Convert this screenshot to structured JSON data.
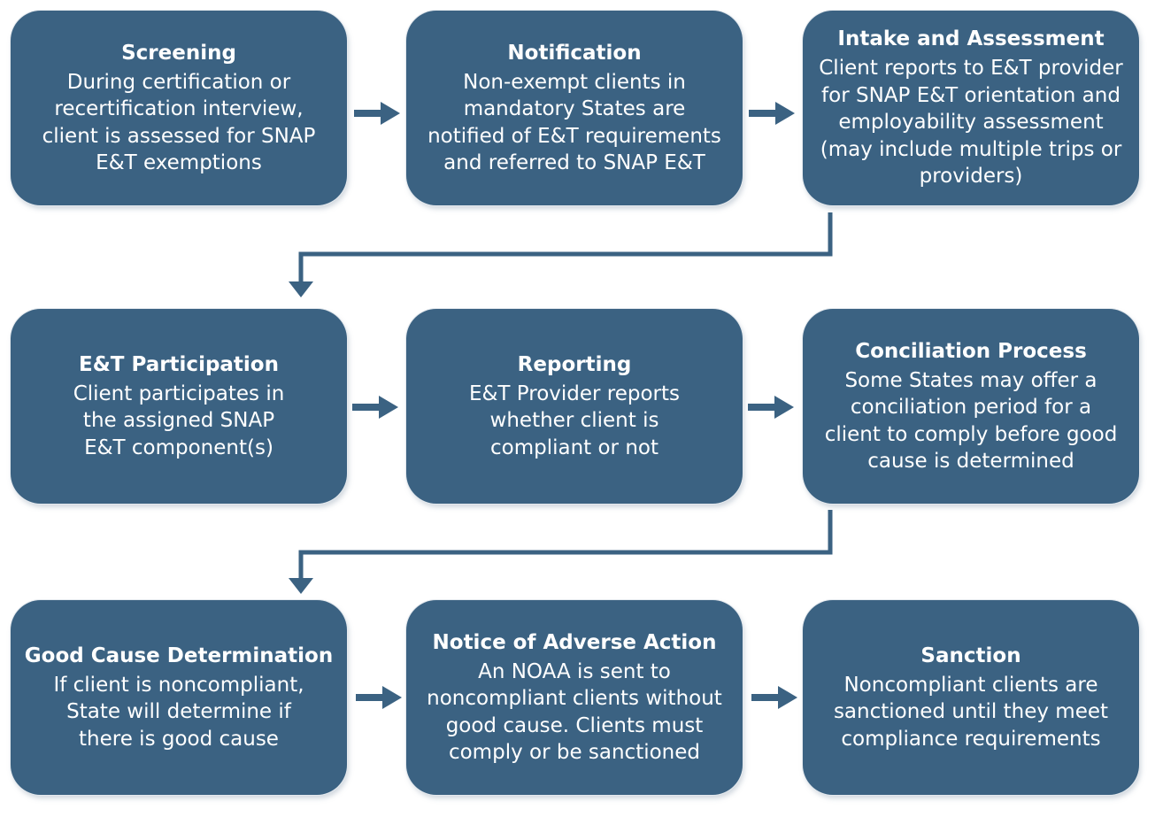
{
  "steps": [
    {
      "title": "Screening",
      "body": "During certification or\nrecertification interview,\nclient is assessed for SNAP\nE&T exemptions"
    },
    {
      "title": "Notification",
      "body": "Non-exempt clients in\nmandatory States are\nnotified of E&T requirements\nand referred  to SNAP E&T"
    },
    {
      "title": "Intake and Assessment",
      "body": "Client reports to E&T provider\nfor SNAP E&T orientation and\nemployability assessment\n(may include multiple trips or\nproviders)"
    },
    {
      "title": "E&T Participation",
      "body": "Client participates in\nthe assigned SNAP\nE&T component(s)"
    },
    {
      "title": "Reporting",
      "body": "E&T Provider reports\nwhether client is\ncompliant or not"
    },
    {
      "title": "Conciliation Process",
      "body": "Some States may offer a\nconciliation period for a\nclient to comply before good\ncause is determined"
    },
    {
      "title": "Good Cause Determination",
      "body": "If client is noncompliant,\nState will determine if\nthere is good cause"
    },
    {
      "title": "Notice of Adverse Action",
      "body": "An NOAA is sent to\nnoncompliant clients without\ngood cause. Clients must\ncomply or be sanctioned"
    },
    {
      "title": "Sanction",
      "body": "Noncompliant clients are\nsanctioned until they meet\ncompliance requirements"
    }
  ],
  "colors": {
    "box_fill": "#3b6282",
    "arrow": "#3b6282",
    "text": "#ffffff"
  }
}
